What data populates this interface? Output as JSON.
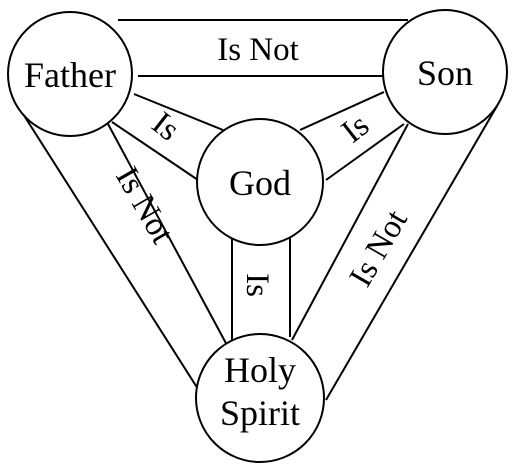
{
  "nodes": {
    "father": "Father",
    "son": "Son",
    "god": "God",
    "holy_spirit": [
      "Holy",
      "Spirit"
    ]
  },
  "relations": {
    "father_son": "Is Not",
    "father_holy_spirit": "Is Not",
    "son_holy_spirit": "Is Not",
    "father_god": "Is",
    "son_god": "Is",
    "holy_spirit_god": "Is"
  },
  "colors": {
    "ink": "#000000",
    "background": "#ffffff"
  }
}
